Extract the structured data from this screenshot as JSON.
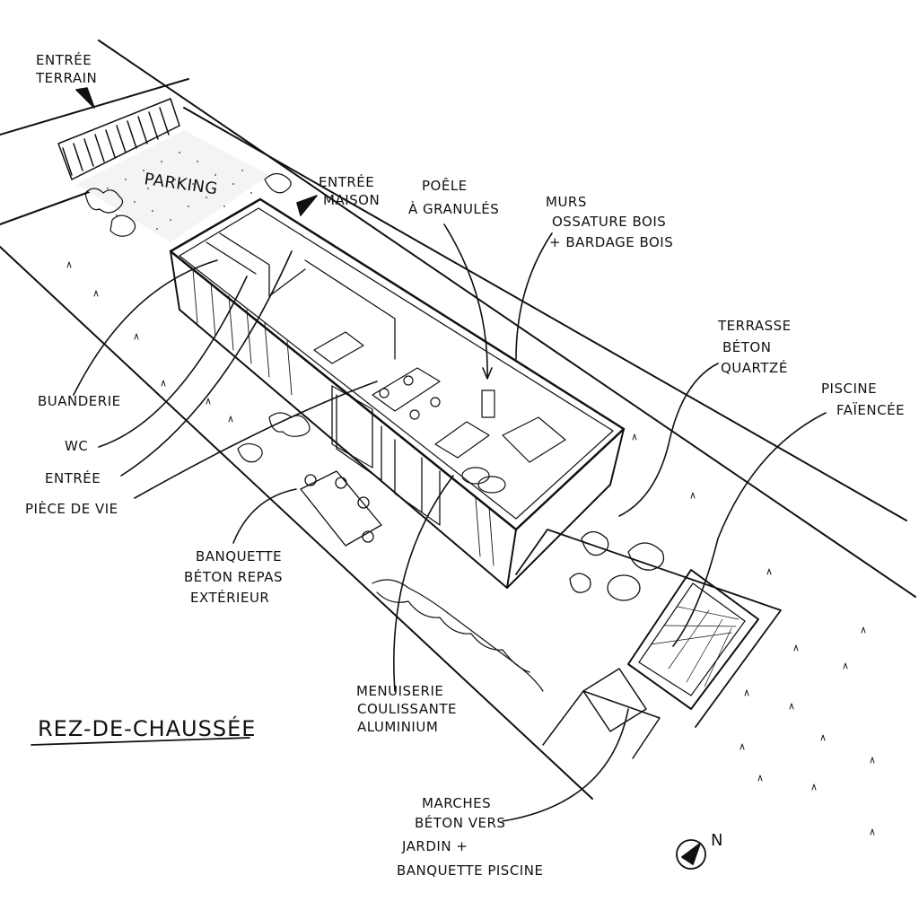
{
  "title": "REZ-DE-CHAUSSÉE",
  "labels": {
    "entree_terrain": [
      "ENTRÉE",
      "TERRAIN"
    ],
    "parking": "PARKING",
    "entree_maison": [
      "ENTRÉE",
      "MAISON"
    ],
    "poele": [
      "POÊLE",
      "À GRANULÉS"
    ],
    "murs": [
      "MURS",
      "OSSATURE BOIS",
      "+ BARDAGE BOIS"
    ],
    "terrasse": [
      "TERRASSE",
      "BÉTON",
      "QUARTZÉ"
    ],
    "piscine": [
      "PISCINE",
      "FAÏENCÉE"
    ],
    "buanderie": "BUANDERIE",
    "wc": "WC",
    "entree": "ENTRÉE",
    "piece_de_vie": "PIÈCE DE VIE",
    "banquette_repas": [
      "BANQUETTE",
      "BÉTON REPAS",
      "EXTÉRIEUR"
    ],
    "menuiserie": [
      "MENUISERIE",
      "COULISSANTE",
      "ALUMINIUM"
    ],
    "marches": [
      "MARCHES",
      "BÉTON VERS",
      "JARDIN +",
      "BANQUETTE PISCINE"
    ],
    "north": "N"
  }
}
